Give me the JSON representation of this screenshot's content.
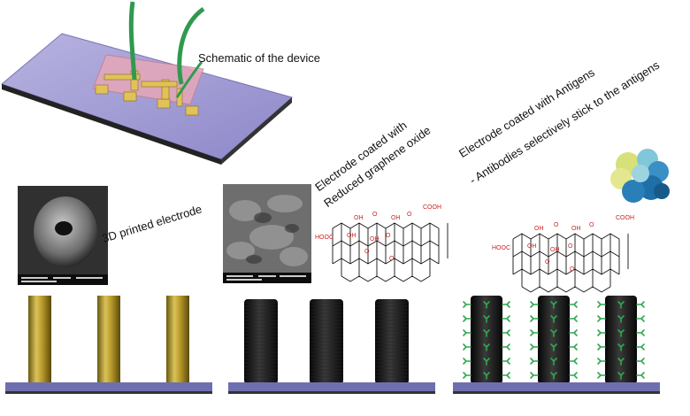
{
  "labels": {
    "schematic": "Schematic of the device",
    "printed": "3D printed electrode",
    "rgo_line1": "Electrode coated with",
    "rgo_line2": "Reduced graphene oxide",
    "antigen_line1": "Electrode coated with Antigens",
    "antigen_line2": "- Antibodies selectively stick to the antigens"
  },
  "chem": {
    "oh": "OH",
    "o": "O",
    "cooh": "COOH",
    "hooc": "HOOC"
  },
  "colors": {
    "substrate": "#6f6fb0",
    "gold": "#b89a2a",
    "black_electrode": "#1a1a1a",
    "antibody": "#2fa84f",
    "functional_group": "#cc2222",
    "wire": "#2f9a4f"
  }
}
